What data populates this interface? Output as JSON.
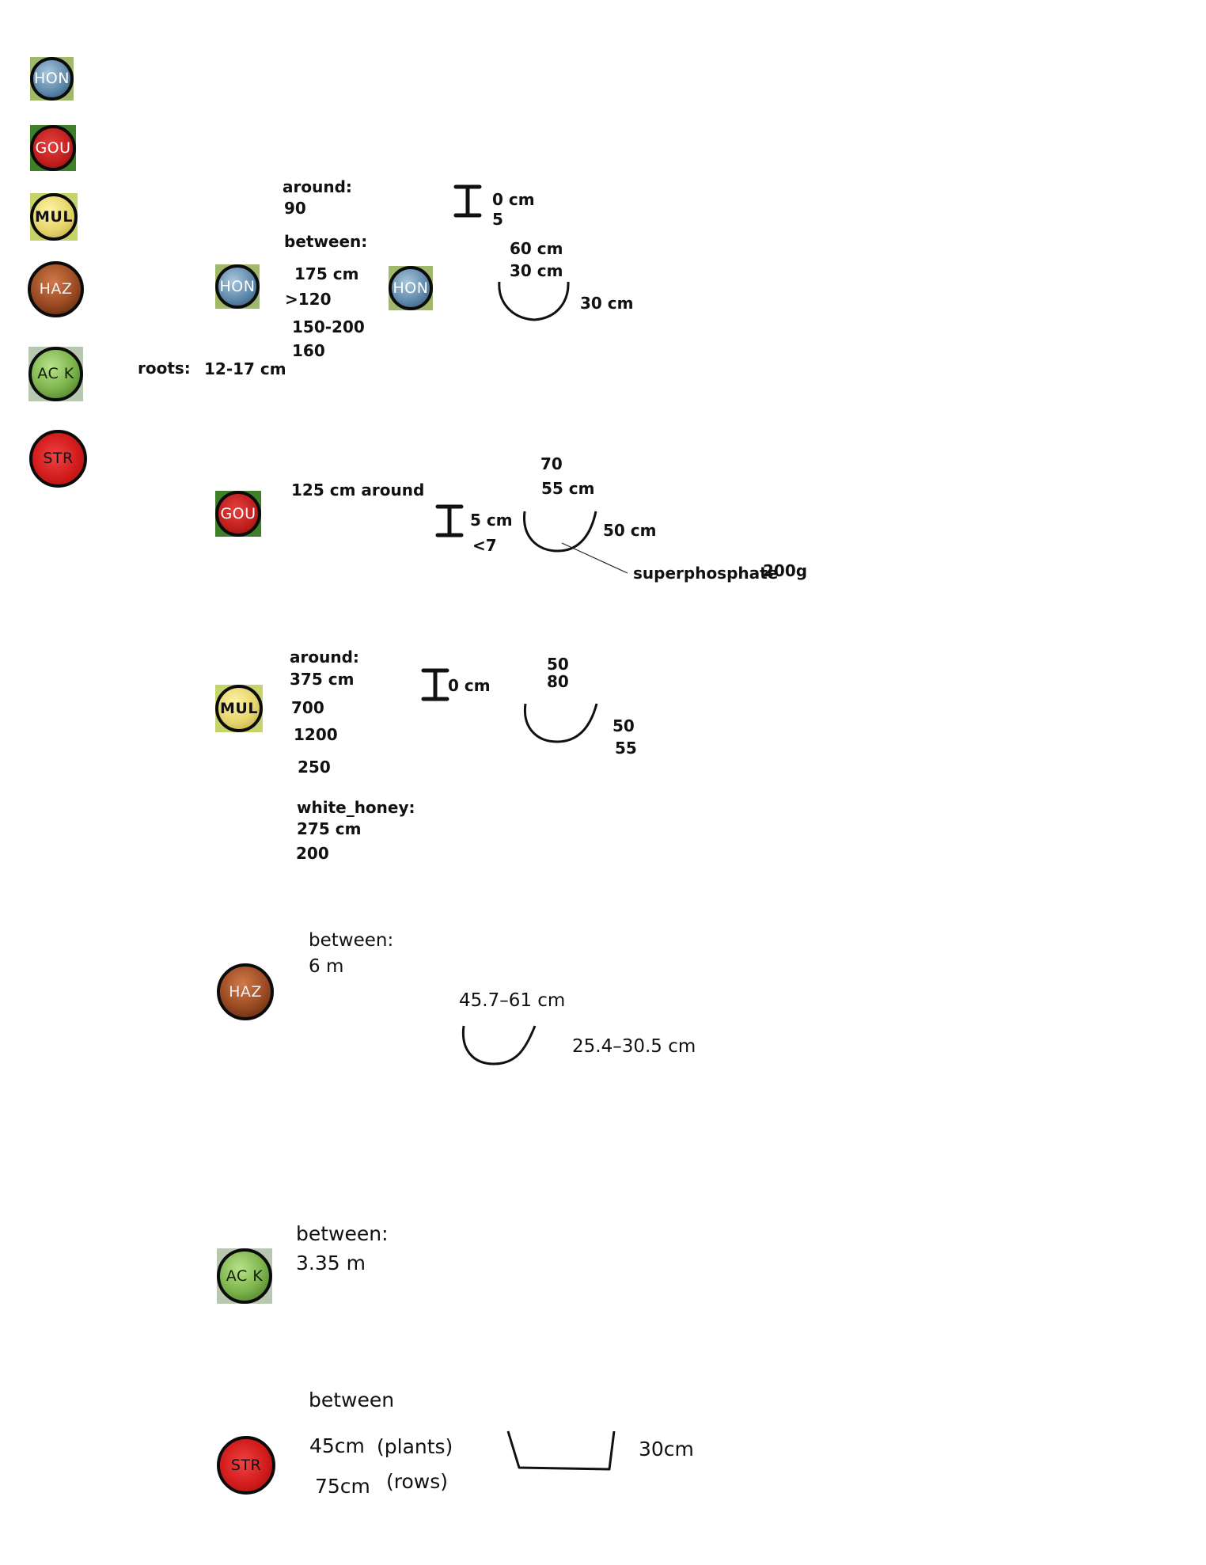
{
  "legend": [
    {
      "key": "hon",
      "label": "HON"
    },
    {
      "key": "gou",
      "label": "GOU"
    },
    {
      "key": "mul",
      "label": "MUL"
    },
    {
      "key": "haz",
      "label": "HAZ"
    },
    {
      "key": "ack",
      "label": "AC K"
    },
    {
      "key": "str",
      "label": "STR"
    }
  ],
  "hon": {
    "icon1": "HON",
    "icon2": "HON",
    "around_label": "around:",
    "around_value": "90",
    "between_label": "between:",
    "between_values": [
      "175 cm",
      ">120",
      "150-200",
      "160"
    ],
    "roots_label": "roots:",
    "roots_value": "12-17 cm",
    "depth_1": "0 cm",
    "depth_2": "5",
    "hole_width_1": "60 cm",
    "hole_width_2": "30 cm",
    "hole_depth": "30 cm"
  },
  "gou": {
    "icon": "GOU",
    "around": "125 cm around",
    "depth_1": "5 cm",
    "depth_2": "<7",
    "hole_width_1": "70",
    "hole_width_2": "55 cm",
    "hole_depth": "50 cm",
    "fertilizer_name": "superphosphate",
    "fertilizer_amount": "200g"
  },
  "mul": {
    "icon": "MUL",
    "around_label": "around:",
    "around_values": [
      "375 cm",
      "700",
      "1200",
      "250"
    ],
    "depth": "0 cm",
    "hole_width_1": "50",
    "hole_width_2": "80",
    "hole_depth_1": "50",
    "hole_depth_2": "55",
    "white_honey_label": "white_honey:",
    "white_honey_values": [
      "275 cm",
      "200"
    ]
  },
  "haz": {
    "icon": "HAZ",
    "between_label": "between:",
    "between_value": "6 m",
    "hole_width": "45.7–61 cm",
    "hole_depth": "25.4–30.5 cm"
  },
  "ack": {
    "icon": "AC K",
    "between_label": "between:",
    "between_value": "3.35 m"
  },
  "str": {
    "icon": "STR",
    "between_label": "between",
    "plants_value": "45cm",
    "plants_label": "(plants)",
    "rows_value": "75cm",
    "rows_label": "(rows)",
    "hole_depth": "30cm"
  }
}
